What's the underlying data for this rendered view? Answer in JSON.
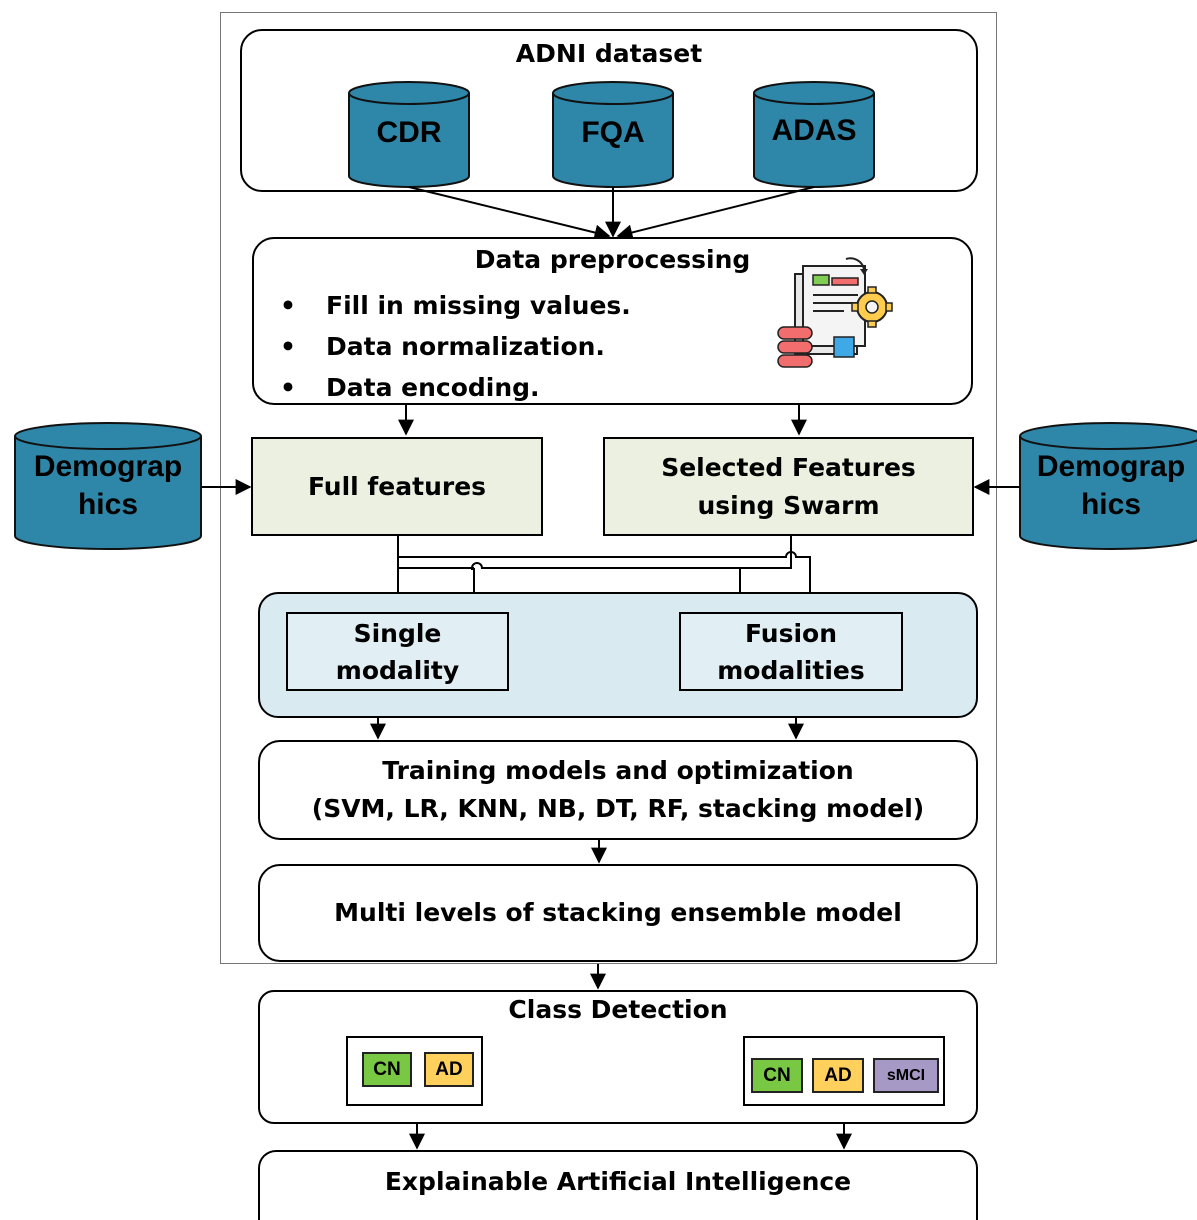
{
  "adni": {
    "title": "ADNI dataset",
    "sources": [
      "CDR",
      "FQA",
      "ADAS"
    ]
  },
  "preprocessing": {
    "title": "Data preprocessing",
    "steps": [
      "Fill in missing values.",
      "Data normalization.",
      "Data encoding."
    ]
  },
  "demographics": {
    "left_label_line1": "Demograp",
    "left_label_line2": "hics",
    "right_label_line1": "Demograp",
    "right_label_line2": "hics"
  },
  "features": {
    "full_label": "Full features",
    "selected_line1": "Selected Features",
    "selected_line2": "using Swarm"
  },
  "modalities": {
    "single_line1": "Single",
    "single_line2": "modality",
    "fusion_line1": "Fusion",
    "fusion_line2": "modalities"
  },
  "training": {
    "line1": "Training models and optimization",
    "line2": "(SVM, LR, KNN, NB, DT, RF, stacking model)"
  },
  "stacking": {
    "label": "Multi levels of stacking ensemble model"
  },
  "class_detection": {
    "title": "Class Detection",
    "binary": [
      "CN",
      "AD"
    ],
    "multi": [
      "CN",
      "AD",
      "sMCI"
    ]
  },
  "xai": {
    "label": "Explainable Artificial Intelligence"
  },
  "colors": {
    "cylinder": "#2e86a8",
    "feature_box": "#ebf0e0",
    "modality_group": "#d9ebf1",
    "tag_cn": "#79c843",
    "tag_ad": "#ffd15c",
    "tag_smci": "#a799c6"
  }
}
